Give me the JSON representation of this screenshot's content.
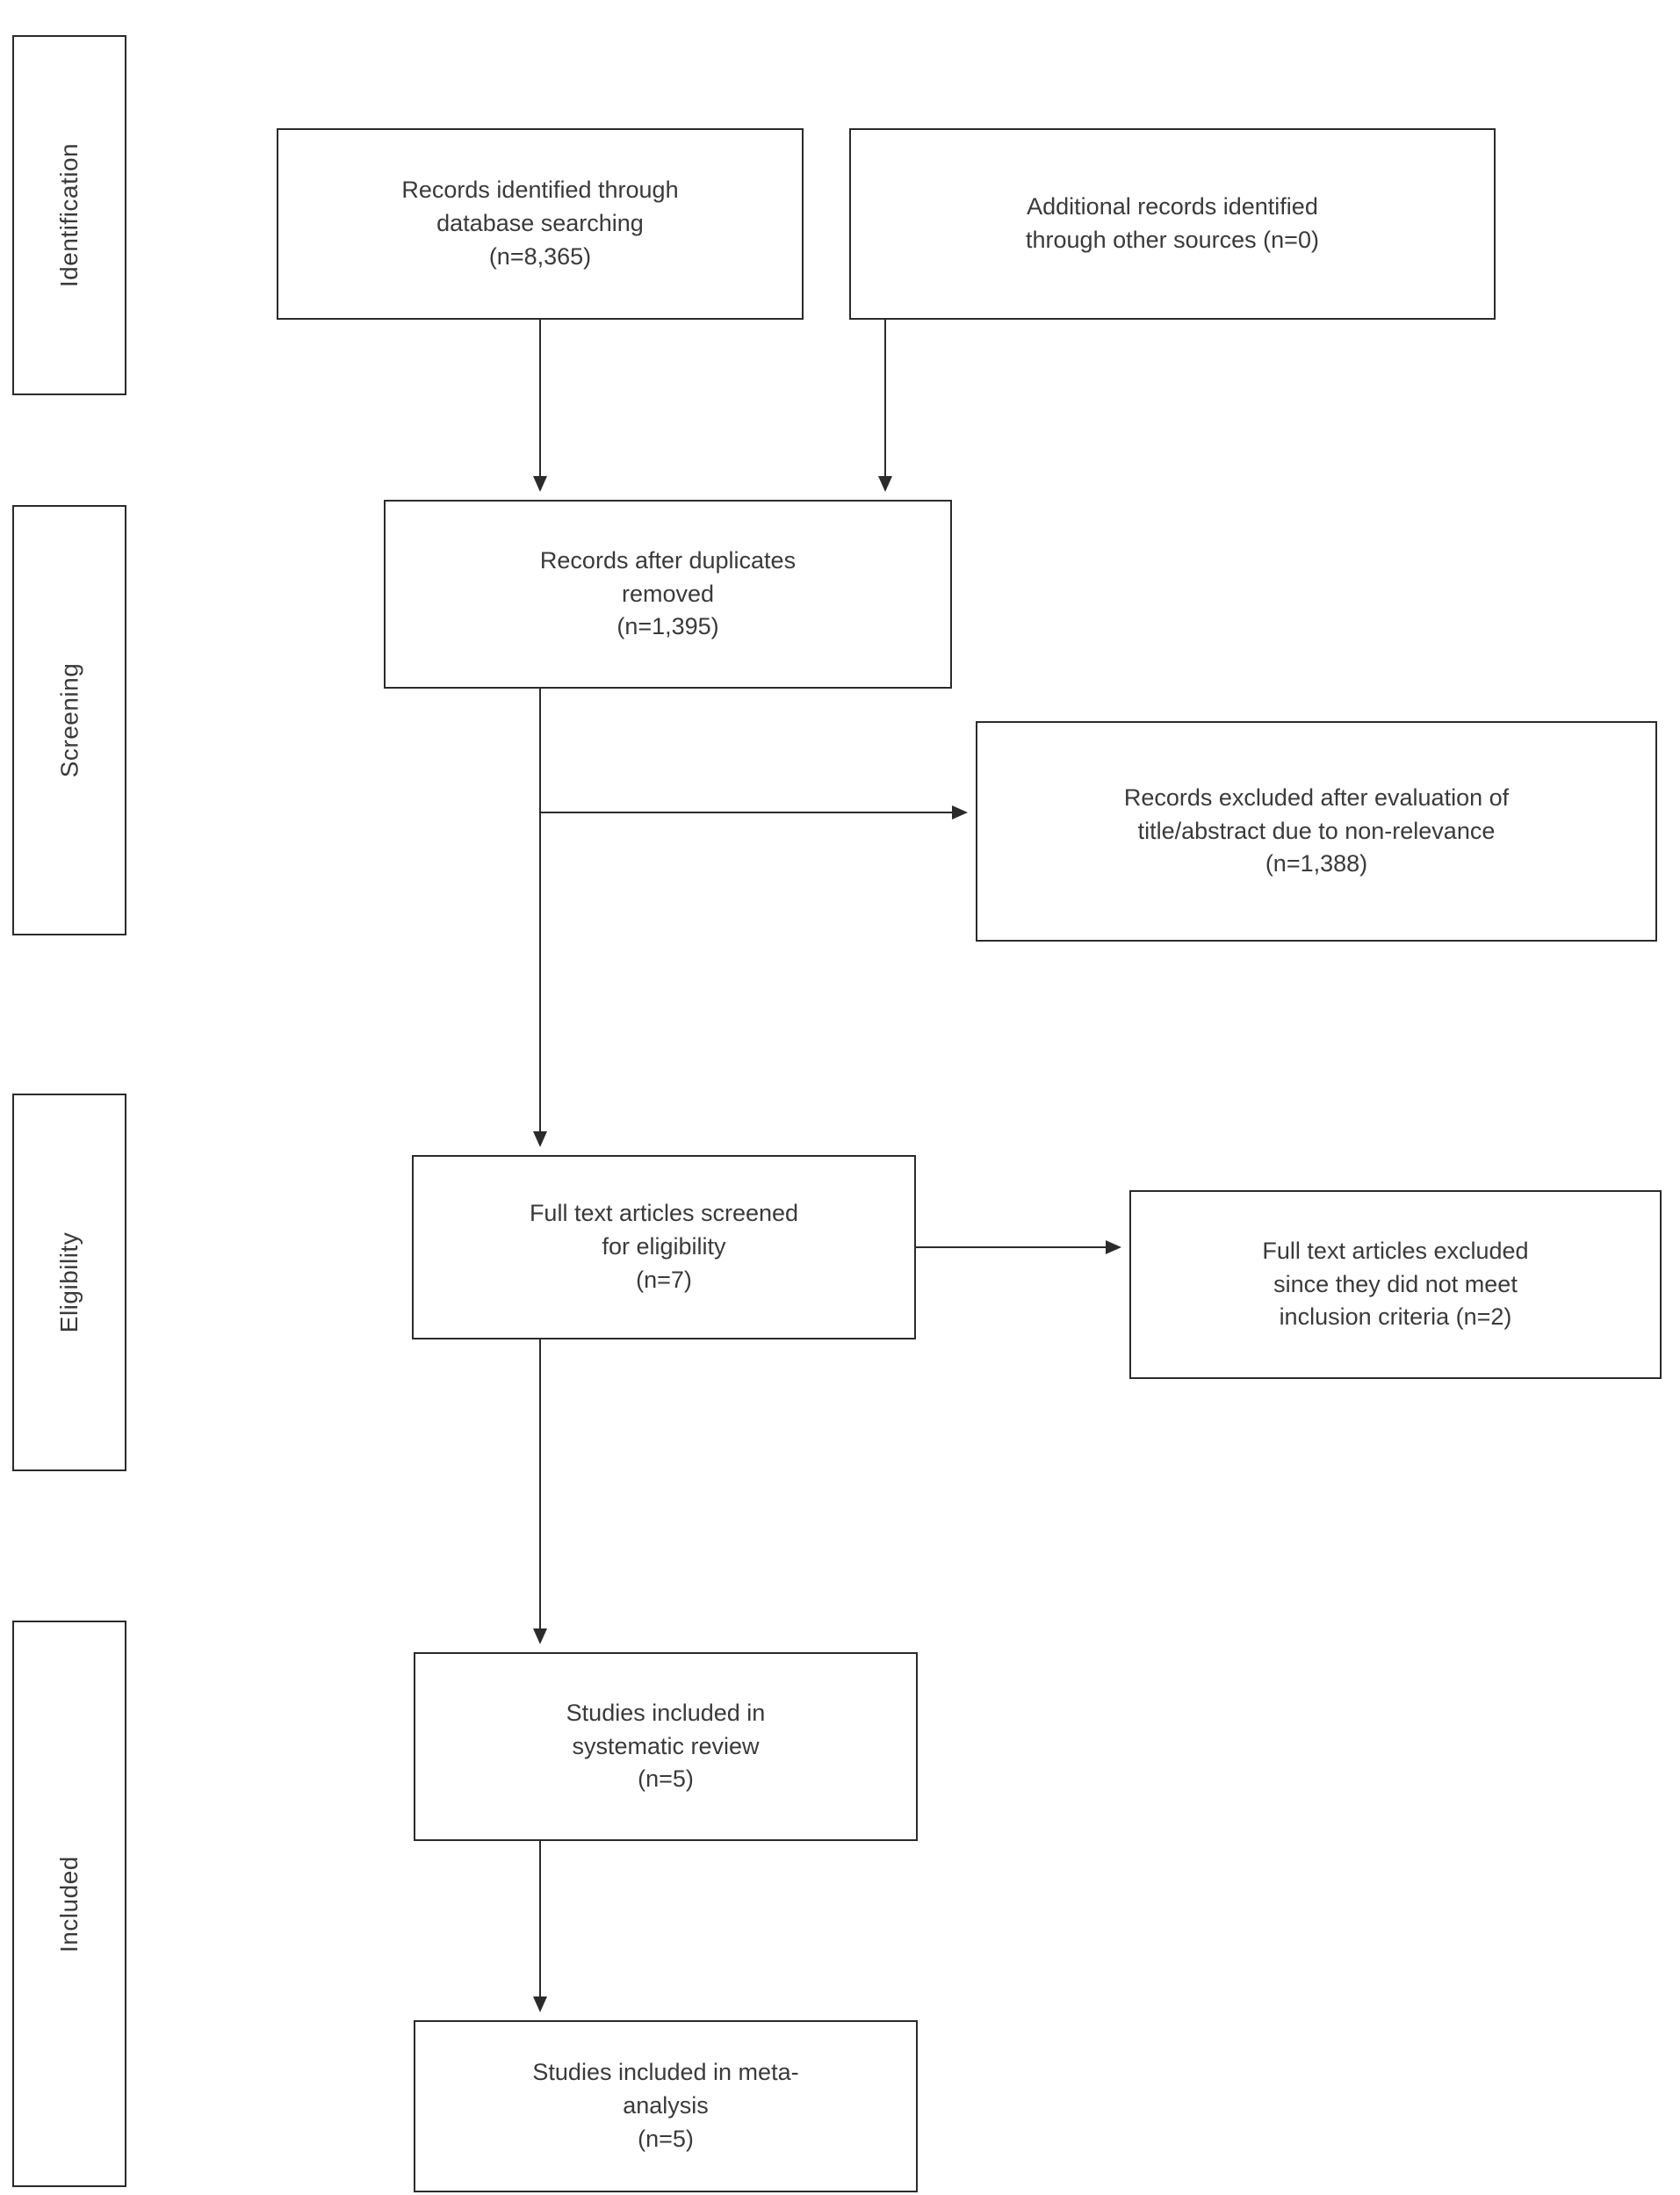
{
  "stages": {
    "identification": "Identification",
    "screening": "Screening",
    "eligibility": "Eligibility",
    "included": "Included"
  },
  "nodes": {
    "records_identified": "Records identified through\ndatabase searching\n(n=8,365)",
    "additional_records": "Additional records identified\nthrough other sources (n=0)",
    "duplicates_removed": "Records after duplicates\nremoved\n(n=1,395)",
    "records_excluded": "Records excluded after evaluation of\ntitle/abstract due to non-relevance\n(n=1,388)",
    "fulltext_screened": "Full text articles screened\nfor eligibility\n(n=7)",
    "fulltext_excluded": "Full text articles excluded\nsince they did not meet\ninclusion criteria (n=2)",
    "systematic_review": "Studies included in\nsystematic review\n(n=5)",
    "meta_analysis": "Studies included in meta-\nanalysis\n(n=5)"
  },
  "colors": {
    "border": "#2b2b2b",
    "text": "#3a3a3a",
    "background": "#ffffff"
  }
}
